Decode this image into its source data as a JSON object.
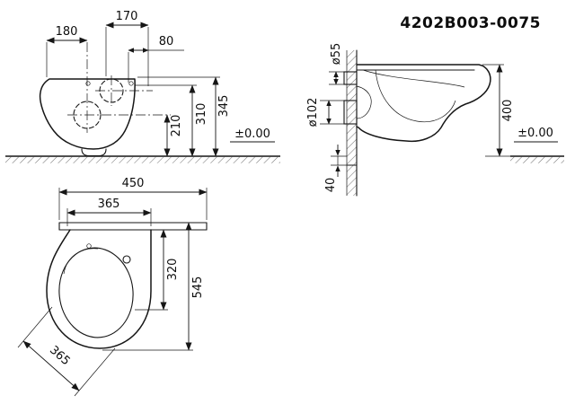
{
  "title": "4202B003-0075",
  "front": {
    "dim_170": "170",
    "dim_180": "180",
    "dim_80": "80",
    "dim_345": "345",
    "dim_310": "310",
    "dim_210": "210",
    "datum": "±0.00"
  },
  "side": {
    "dim_d55": "ø55",
    "dim_d102": "ø102",
    "dim_400": "400",
    "dim_40": "40",
    "datum": "±0.00"
  },
  "plan": {
    "dim_450": "450",
    "dim_365_width": "365",
    "dim_320": "320",
    "dim_545": "545",
    "dim_365_diag": "365"
  }
}
